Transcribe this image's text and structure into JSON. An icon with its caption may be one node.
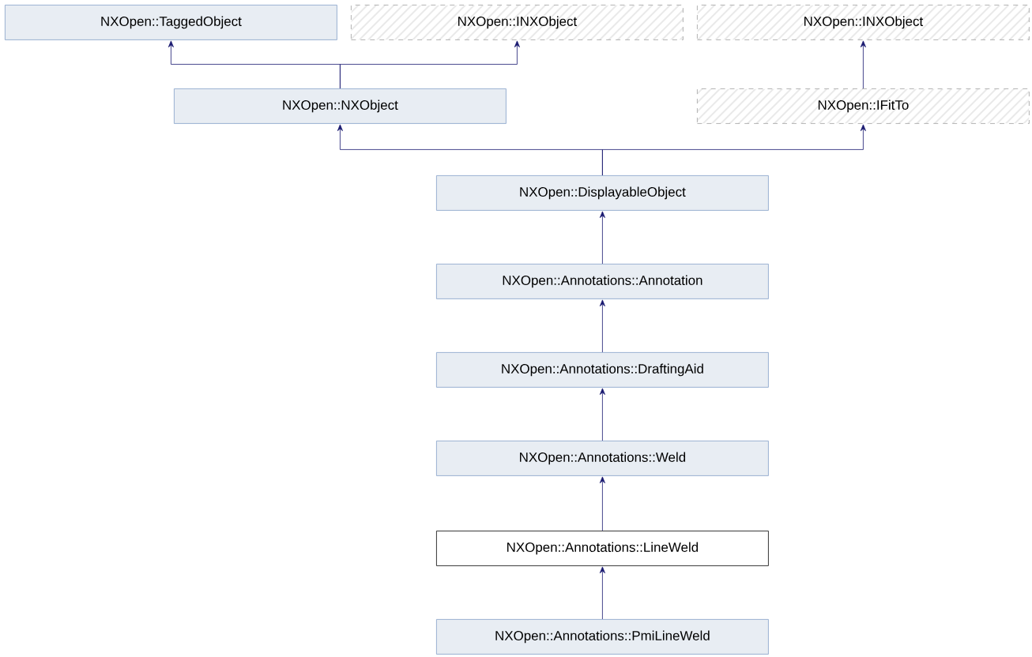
{
  "diagram": {
    "nodes": [
      {
        "text": [
          "NXOpen::TaggedObject"
        ]
      },
      {
        "text": [
          "NXOpen::INXObject"
        ]
      },
      {
        "text": [
          "NXOpen::INXObject"
        ]
      },
      {
        "text": [
          "NXOpen::NXObject"
        ]
      },
      {
        "text": [
          "NXOpen::IFitTo"
        ]
      },
      {
        "text": [
          "NXOpen::DisplayableObject"
        ]
      },
      {
        "text": [
          "NXOpen::Annotations::Annotation"
        ]
      },
      {
        "text": [
          "NXOpen::Annotations::DraftingAid"
        ]
      },
      {
        "text": [
          "NXOpen::Annotations::Weld"
        ]
      },
      {
        "text": [
          "NXOpen::Annotations::LineWeld"
        ]
      },
      {
        "text": [
          "NXOpen::Annotations::PmiLineWeld"
        ]
      }
    ],
    "edges": [
      {
        "from": 3,
        "to": 0,
        "arrow": "to"
      },
      {
        "from": 3,
        "to": 1,
        "arrow": "to"
      },
      {
        "from": 4,
        "to": 2,
        "arrow": "to"
      },
      {
        "from": 5,
        "to": 3,
        "arrow": "to"
      },
      {
        "from": 5,
        "to": 4,
        "arrow": "to"
      },
      {
        "from": 6,
        "to": 5,
        "arrow": "to"
      },
      {
        "from": 7,
        "to": 6,
        "arrow": "to"
      },
      {
        "from": 8,
        "to": 7,
        "arrow": "to"
      },
      {
        "from": 9,
        "to": 8,
        "arrow": "to"
      },
      {
        "from": 10,
        "to": 9,
        "arrow": "to"
      }
    ]
  }
}
